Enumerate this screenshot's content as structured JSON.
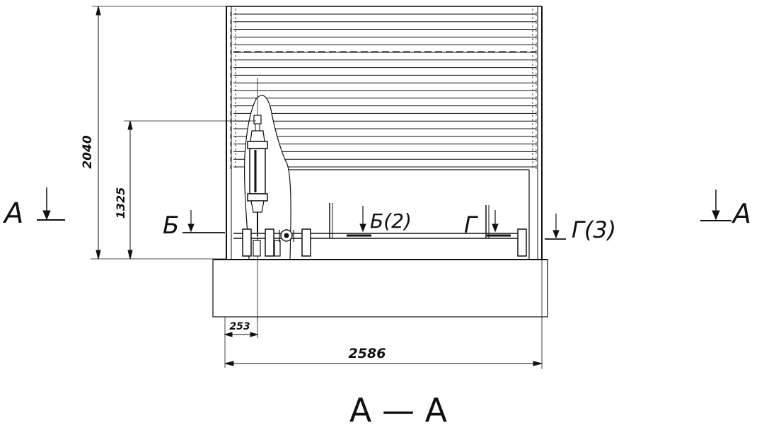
{
  "drawing": {
    "title": "А — А",
    "dimensions": {
      "total_height": "2040",
      "shaft_height": "1325",
      "offset": "253",
      "width": "2586"
    },
    "section_marks": {
      "left_a": "А",
      "right_a": "А",
      "b": "Б",
      "b2": "Б(2)",
      "g": "Г",
      "g3": "Г(3)"
    }
  }
}
